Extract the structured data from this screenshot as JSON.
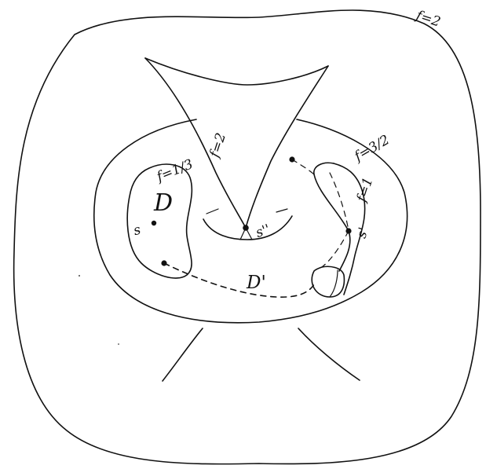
{
  "diagram": {
    "labels": {
      "f_outer": "f=2",
      "f_cusp": "f=2",
      "f_left": "f=1/3",
      "f_right_top": "f=3/2",
      "f_right_mid": "f=1",
      "D": "D",
      "D_prime": "D'",
      "s_left": "s",
      "s_right": "s'",
      "s_center": "s''"
    },
    "colors": {
      "ink": "#111111",
      "paper": "#ffffff"
    }
  }
}
